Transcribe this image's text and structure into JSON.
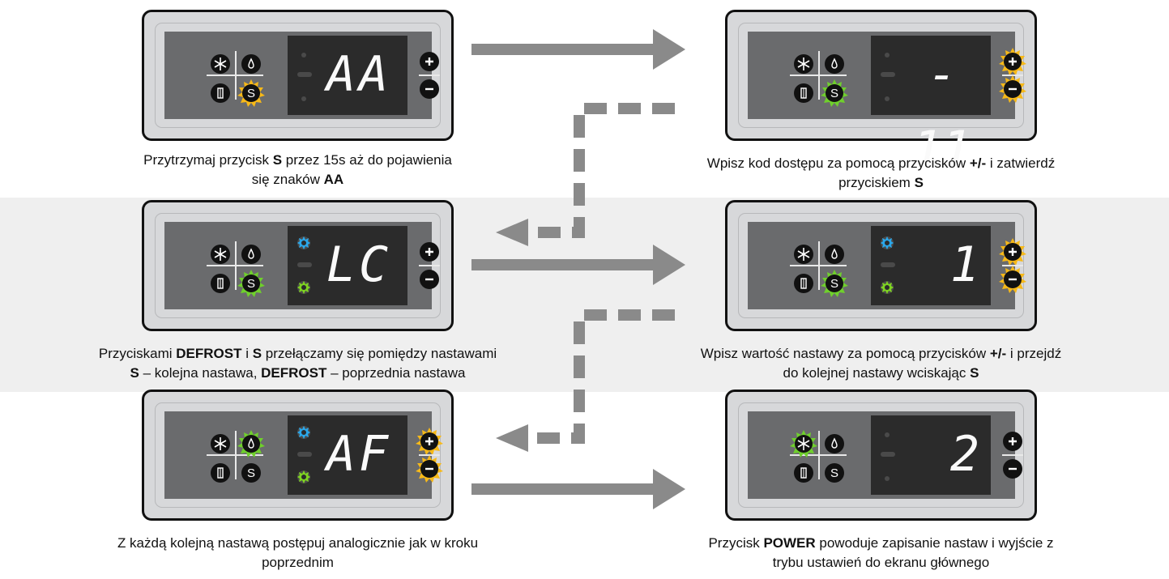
{
  "panels": {
    "p1": {
      "display": "AA"
    },
    "p2": {
      "display": "- 11"
    },
    "p3": {
      "display": "LC"
    },
    "p4": {
      "display": "1"
    },
    "p5": {
      "display": "AF"
    },
    "p6": {
      "display": "2"
    }
  },
  "captions": {
    "c1": {
      "l1_a": "Przytrzymaj przycisk ",
      "l1_b": "S",
      "l1_c": " przez 15s aż do pojawienia",
      "l2_a": "się znaków ",
      "l2_b": "AA"
    },
    "c2": {
      "l1_a": "Wpisz kod dostępu za pomocą przycisków ",
      "l1_b": "+/-",
      "l1_c": " i zatwierdź",
      "l2_a": "przyciskiem ",
      "l2_b": "S"
    },
    "c3": {
      "l1_a": "Przyciskami ",
      "l1_b": "DEFROST",
      "l1_c": " i ",
      "l1_d": "S",
      "l1_e": " przełączamy się pomiędzy nastawami",
      "l2_a": "S",
      "l2_b": " – kolejna nastawa, ",
      "l2_c": "DEFROST",
      "l2_d": " – poprzednia nastawa"
    },
    "c4": {
      "l1_a": "Wpisz wartość nastawy za pomocą przycisków ",
      "l1_b": "+/-",
      "l1_c": " i przejdź",
      "l2_a": "do kolejnej nastawy wciskając ",
      "l2_b": "S"
    },
    "c5": {
      "l1": "Z każdą kolejną nastawą postępuj analogicznie jak w kroku",
      "l2": "poprzednim"
    },
    "c6": {
      "l1_a": "Przycisk ",
      "l1_b": "POWER",
      "l1_c": " powoduje zapisanie nastaw i wyjście z",
      "l2": "trybu ustawień do ekranu głównego"
    }
  },
  "colors": {
    "highlight_yellow": "#f7b918",
    "highlight_green": "#6fd02c",
    "led_blue": "#2aa7ea",
    "led_green": "#7ed321",
    "arrow_gray": "#8a8a8a"
  },
  "icons": [
    "snowflake-icon",
    "drop-icon",
    "door-icon",
    "s-letter-icon",
    "plus-icon",
    "minus-icon",
    "arrow-right-icon",
    "dashed-arrow-left-icon"
  ]
}
